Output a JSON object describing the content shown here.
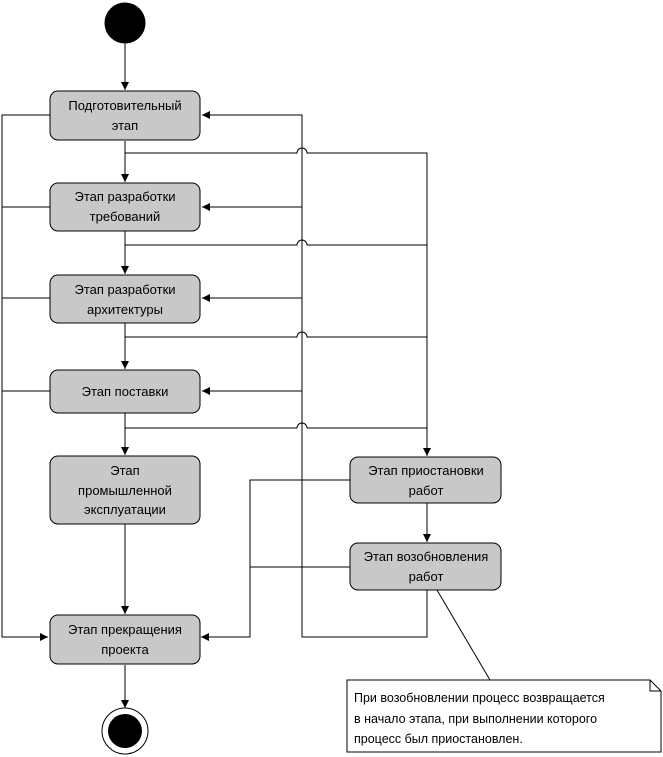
{
  "diagram": {
    "nodes": {
      "prep": [
        "Подготовительный",
        "этап"
      ],
      "req": [
        "Этап разработки",
        "требований"
      ],
      "arch": [
        "Этап разработки",
        "архитектуры"
      ],
      "deliv": [
        "Этап поставки"
      ],
      "oper": [
        "Этап",
        "промышленной",
        "эксплуатации"
      ],
      "term": [
        "Этап прекращения",
        "проекта"
      ],
      "susp": [
        "Этап приостановки",
        "работ"
      ],
      "resume": [
        "Этап возобновления",
        "работ"
      ]
    },
    "note": [
      "При возобновлении процесс возвращается",
      "в начало этапа, при выполнении которого",
      "процесс был приостановлен."
    ],
    "colors": {
      "node_fill": "#c8c8c8",
      "line": "#000000",
      "start_fill": "#000000",
      "note_fill": "#ffffff"
    }
  }
}
